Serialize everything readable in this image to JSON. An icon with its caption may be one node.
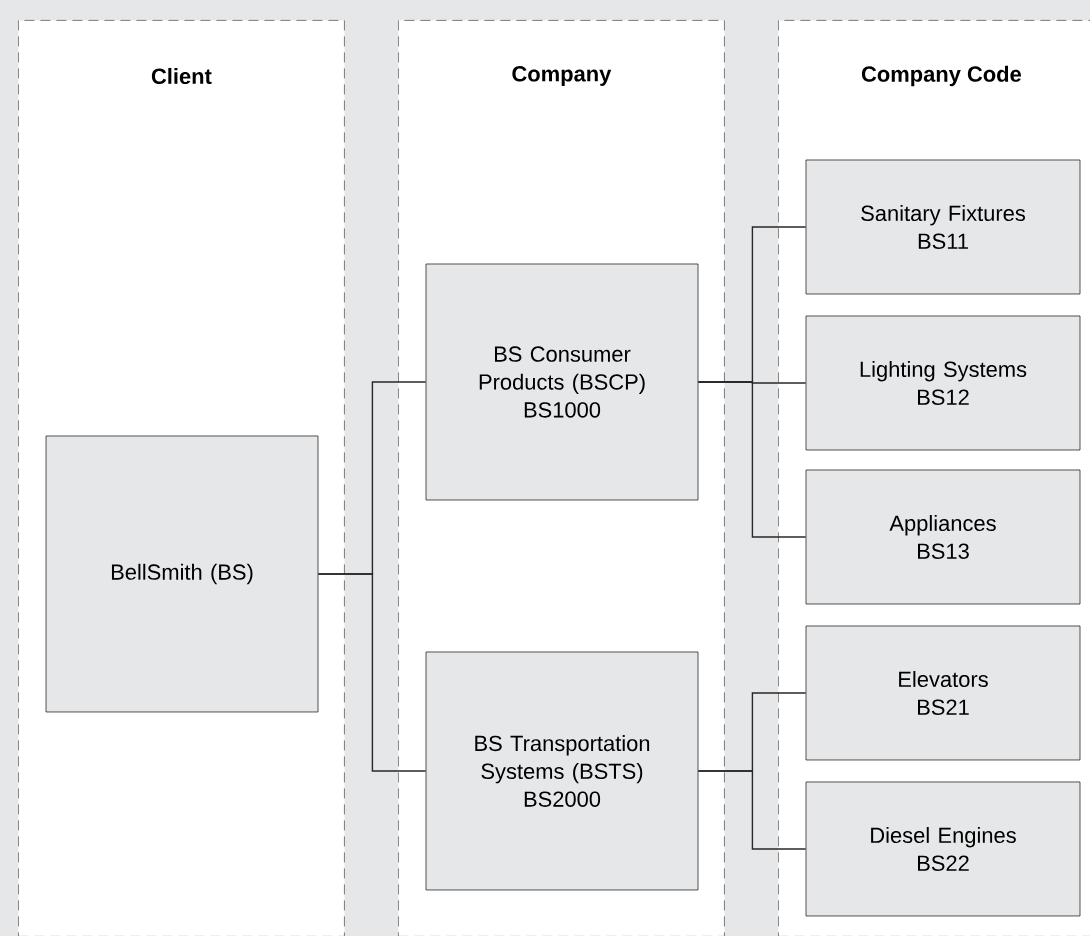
{
  "diagram": {
    "nodes": [
      {
        "text": [
          "Client"
        ]
      },
      {
        "text": [
          "Company"
        ]
      },
      {
        "text": [
          "Company Code"
        ]
      },
      {
        "text": [
          "BellSmith (BS)"
        ],
        "in": 0
      },
      {
        "text": [
          "BS Consumer Products (BSCP)",
          "BS1000"
        ],
        "in": 1
      },
      {
        "text": [
          "BS Transportation Systems (BSTS)",
          "BS2000"
        ],
        "in": 1
      },
      {
        "text": [
          "Sanitary Fixtures",
          "BS11"
        ],
        "in": 2
      },
      {
        "text": [
          "Lighting Systems",
          "BS12"
        ],
        "in": 2
      },
      {
        "text": [
          "Appliances",
          "BS13"
        ],
        "in": 2
      },
      {
        "text": [
          "Elevators",
          "BS21"
        ],
        "in": 2
      },
      {
        "text": [
          "Diesel Engines",
          "BS22"
        ],
        "in": 2
      }
    ],
    "edges": [
      {
        "from": 3,
        "to": 4,
        "arrow": "none"
      },
      {
        "from": 3,
        "to": 5,
        "arrow": "none"
      },
      {
        "from": 4,
        "to": 6,
        "arrow": "none"
      },
      {
        "from": 4,
        "to": 7,
        "arrow": "none"
      },
      {
        "from": 4,
        "to": 8,
        "arrow": "none"
      },
      {
        "from": 5,
        "to": 9,
        "arrow": "none"
      },
      {
        "from": 5,
        "to": 10,
        "arrow": "none"
      }
    ]
  }
}
